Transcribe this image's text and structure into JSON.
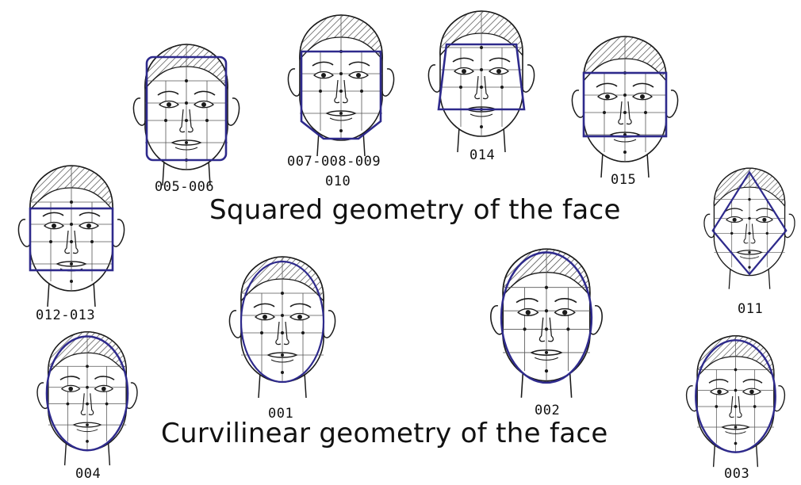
{
  "headings": {
    "squared": "Squared geometry of the face",
    "curvilinear": "Curvilinear geometry of the face"
  },
  "colors": {
    "ink": "#1a1a1a",
    "outline": "#2e2a8c",
    "hair_hatch": "#444444"
  },
  "faces": [
    {
      "id": "005-006",
      "label_lines": [
        "005-006"
      ],
      "shape": "rect"
    },
    {
      "id": "007-008-009-010",
      "label_lines": [
        "007-008-009",
        "010"
      ],
      "shape": "rect-chin"
    },
    {
      "id": "014",
      "label_lines": [
        "014"
      ],
      "shape": "trapezoid"
    },
    {
      "id": "015",
      "label_lines": [
        "015"
      ],
      "shape": "rect"
    },
    {
      "id": "012-013",
      "label_lines": [
        "012-013"
      ],
      "shape": "rect"
    },
    {
      "id": "011",
      "label_lines": [
        "011"
      ],
      "shape": "diamond"
    },
    {
      "id": "001",
      "label_lines": [
        "001"
      ],
      "shape": "oval"
    },
    {
      "id": "002",
      "label_lines": [
        "002"
      ],
      "shape": "oval"
    },
    {
      "id": "004",
      "label_lines": [
        "004"
      ],
      "shape": "oval"
    },
    {
      "id": "003",
      "label_lines": [
        "003"
      ],
      "shape": "oval"
    }
  ]
}
